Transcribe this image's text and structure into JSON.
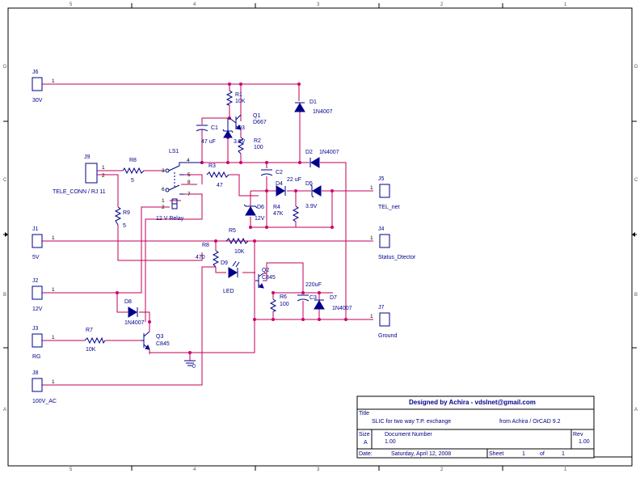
{
  "frame": {
    "columns": [
      "5",
      "4",
      "3",
      "2",
      "1"
    ],
    "rows": [
      "D",
      "C",
      "B",
      "A"
    ]
  },
  "connectors": {
    "j6": {
      "ref": "J6",
      "name": "30V",
      "pin": "1"
    },
    "j9": {
      "ref": "J9",
      "name": "TELE_CONN / RJ 11",
      "pin1": "1",
      "pin2": "2"
    },
    "j1": {
      "ref": "J1",
      "name": "5V",
      "pin": "1"
    },
    "j2": {
      "ref": "J2",
      "name": "12V",
      "pin": "1"
    },
    "j3": {
      "ref": "J3",
      "name": "RG",
      "pin": "1"
    },
    "j8": {
      "ref": "J8",
      "name": "100V_AC",
      "pin": "1"
    },
    "j5": {
      "ref": "J5",
      "name": "TEL_net",
      "pin": "1"
    },
    "j4": {
      "ref": "J4",
      "name": "Status_Dtector",
      "pin": "1"
    },
    "j7": {
      "ref": "J7",
      "name": "Ground",
      "pin": "1"
    }
  },
  "parts": {
    "r1": {
      "ref": "R1",
      "value": "10K"
    },
    "q1": {
      "ref": "Q1",
      "value": "D667"
    },
    "d3": {
      "ref": "D3",
      "value": "3.9V"
    },
    "c1": {
      "ref": "C1",
      "value": "47 uF"
    },
    "r2": {
      "ref": "R2",
      "value": "100"
    },
    "d1": {
      "ref": "D1",
      "value": "1N4007"
    },
    "d2": {
      "ref": "D2",
      "value": "1N4007"
    },
    "ls1": {
      "ref": "LS1",
      "value": "12 V Relay",
      "pins": [
        "4",
        "3",
        "5",
        "8",
        "6",
        "7",
        "1",
        "2"
      ]
    },
    "r8a": {
      "ref": "R8",
      "value": "5"
    },
    "r3": {
      "ref": "R3",
      "value": "47"
    },
    "c2": {
      "ref": "C2",
      "value": "22 uF"
    },
    "d4": {
      "ref": "D4"
    },
    "d5": {
      "ref": "D5",
      "value": "3.9V"
    },
    "r4": {
      "ref": "R4",
      "value": "47K"
    },
    "d6": {
      "ref": "D6",
      "value": "12V"
    },
    "r9": {
      "ref": "R9",
      "value": "5"
    },
    "r5": {
      "ref": "R5",
      "value": "10K"
    },
    "r8b": {
      "ref": "R8",
      "value": "470"
    },
    "d9": {
      "ref": "D9",
      "value": "LED"
    },
    "q2": {
      "ref": "Q2",
      "value": "C845"
    },
    "c3": {
      "ref": "C3",
      "value": "220uF"
    },
    "r6": {
      "ref": "R6",
      "value": "100"
    },
    "d7": {
      "ref": "D7",
      "value": "1N4007"
    },
    "d8": {
      "ref": "D8",
      "value": "1N4007"
    },
    "r7": {
      "ref": "R7",
      "value": "10K"
    },
    "q3": {
      "ref": "Q3",
      "value": "C845"
    },
    "gnd": {
      "value": "0"
    }
  },
  "title_block": {
    "designer": "Designed by Achira - vdslnet@gmail.com",
    "title_label": "Title",
    "title": "SLIC for two way T.P. exchange",
    "title_from": "from Achira / OrCAD 9.2",
    "size_label": "Size",
    "size": "A",
    "docnum_label": "Document Number",
    "docnum": "1.00",
    "rev_label": "Rev",
    "rev": "1.00",
    "date_label": "Date:",
    "date": "Saturday, April 12, 2008",
    "sheet_label": "Sheet",
    "sheet": "1",
    "of_label": "of",
    "of": "1"
  }
}
